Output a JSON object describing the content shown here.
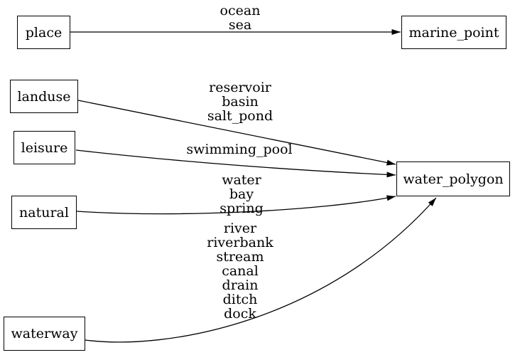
{
  "theme": {
    "bg": "#ffffff",
    "ink": "#000000"
  },
  "diagram": {
    "type": "directed-graph",
    "nodes": [
      {
        "id": "place",
        "label": "place"
      },
      {
        "id": "marine_point",
        "label": "marine_point"
      },
      {
        "id": "landuse",
        "label": "landuse"
      },
      {
        "id": "leisure",
        "label": "leisure"
      },
      {
        "id": "natural",
        "label": "natural"
      },
      {
        "id": "waterway",
        "label": "waterway"
      },
      {
        "id": "water_polygon",
        "label": "water_polygon"
      }
    ],
    "edges": [
      {
        "from": "place",
        "to": "marine_point",
        "labels": [
          "ocean",
          "sea"
        ]
      },
      {
        "from": "landuse",
        "to": "water_polygon",
        "labels": [
          "reservoir",
          "basin",
          "salt_pond"
        ]
      },
      {
        "from": "leisure",
        "to": "water_polygon",
        "labels": [
          "swimming_pool"
        ]
      },
      {
        "from": "natural",
        "to": "water_polygon",
        "labels": [
          "water",
          "bay",
          "spring"
        ]
      },
      {
        "from": "waterway",
        "to": "water_polygon",
        "labels": [
          "river",
          "riverbank",
          "stream",
          "canal",
          "drain",
          "ditch",
          "dock"
        ]
      }
    ]
  }
}
